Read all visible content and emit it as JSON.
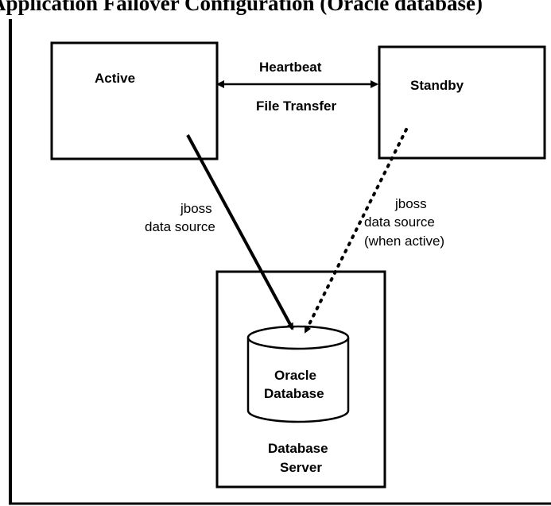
{
  "title": "Application Failover Configuration (Oracle database)",
  "nodes": {
    "active": {
      "label": "Active"
    },
    "standby": {
      "label": "Standby"
    },
    "database": {
      "label_line1": "Oracle",
      "label_line2": "Database"
    },
    "db_server": {
      "label_line1": "Database",
      "label_line2": "Server"
    }
  },
  "links": {
    "heartbeat": {
      "label": "Heartbeat"
    },
    "file_transfer": {
      "label": "File Transfer"
    },
    "active_ds": {
      "line1": "jboss",
      "line2": "data source"
    },
    "standby_ds": {
      "line1": "jboss",
      "line2": "data source",
      "line3": "(when active)"
    }
  },
  "colors": {
    "stroke": "#000000",
    "background": "#ffffff"
  }
}
